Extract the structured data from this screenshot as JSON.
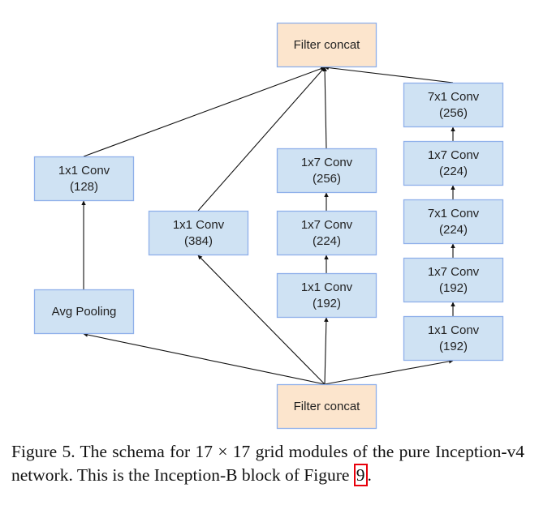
{
  "colors": {
    "conv_fill": "#cfe2f3",
    "concat_fill": "#fce5cd",
    "box_border": "#8fb0ea",
    "edge": "#111111",
    "ref_box": "#e8000b"
  },
  "nodes": [
    {
      "id": "concat_top",
      "kind": "concat",
      "lines": [
        "Filter concat"
      ]
    },
    {
      "id": "b1_conv",
      "kind": "conv",
      "lines": [
        "1x1 Conv",
        "(128)"
      ]
    },
    {
      "id": "b1_pool",
      "kind": "conv",
      "lines": [
        "Avg Pooling"
      ]
    },
    {
      "id": "b2_conv",
      "kind": "conv",
      "lines": [
        "1x1 Conv",
        "(384)"
      ]
    },
    {
      "id": "b3_c3",
      "kind": "conv",
      "lines": [
        "1x7 Conv",
        "(256)"
      ]
    },
    {
      "id": "b3_c2",
      "kind": "conv",
      "lines": [
        "1x7 Conv",
        "(224)"
      ]
    },
    {
      "id": "b3_c1",
      "kind": "conv",
      "lines": [
        "1x1 Conv",
        "(192)"
      ]
    },
    {
      "id": "b4_c5",
      "kind": "conv",
      "lines": [
        "7x1 Conv",
        "(256)"
      ]
    },
    {
      "id": "b4_c4",
      "kind": "conv",
      "lines": [
        "1x7 Conv",
        "(224)"
      ]
    },
    {
      "id": "b4_c3",
      "kind": "conv",
      "lines": [
        "7x1 Conv",
        "(224)"
      ]
    },
    {
      "id": "b4_c2",
      "kind": "conv",
      "lines": [
        "1x7 Conv",
        "(192)"
      ]
    },
    {
      "id": "b4_c1",
      "kind": "conv",
      "lines": [
        "1x1 Conv",
        "(192)"
      ]
    },
    {
      "id": "concat_bottom",
      "kind": "concat",
      "lines": [
        "Filter concat"
      ]
    }
  ],
  "edges": [
    [
      "concat_bottom",
      "b1_pool"
    ],
    [
      "b1_pool",
      "b1_conv"
    ],
    [
      "b1_conv",
      "concat_top"
    ],
    [
      "concat_bottom",
      "b2_conv"
    ],
    [
      "b2_conv",
      "concat_top"
    ],
    [
      "concat_bottom",
      "b3_c1"
    ],
    [
      "b3_c1",
      "b3_c2"
    ],
    [
      "b3_c2",
      "b3_c3"
    ],
    [
      "b3_c3",
      "concat_top"
    ],
    [
      "concat_bottom",
      "b4_c1"
    ],
    [
      "b4_c1",
      "b4_c2"
    ],
    [
      "b4_c2",
      "b4_c3"
    ],
    [
      "b4_c3",
      "b4_c4"
    ],
    [
      "b4_c4",
      "b4_c5"
    ],
    [
      "b4_c5",
      "concat_top"
    ]
  ],
  "caption": {
    "before": "Figure 5. The schema for 17 × 17 grid modules of the pure Inception-v4 network. This is the Inception-B block of Figure ",
    "ref": "9",
    "after": "."
  }
}
